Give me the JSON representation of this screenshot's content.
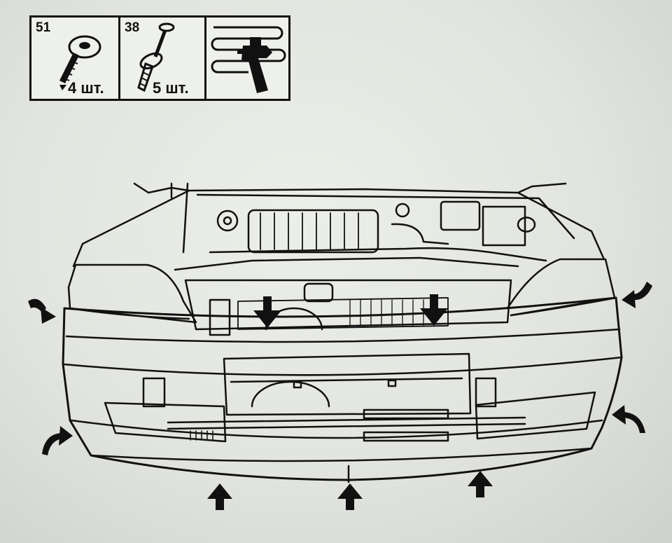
{
  "parts": [
    {
      "code": "51",
      "quantity": "4 шт.",
      "icon": "flange-screw-icon"
    },
    {
      "code": "38",
      "quantity": "5 шт.",
      "icon": "plastic-rivet-icon"
    },
    {
      "icon": "spray-paint-gun-icon"
    }
  ],
  "diagram": {
    "subject": "front bumper removal",
    "arrows": {
      "push_down": 2,
      "push_up": 3,
      "side_curved": 4
    }
  },
  "colors": {
    "line": "#111111",
    "paper": "#e6e8e3"
  }
}
